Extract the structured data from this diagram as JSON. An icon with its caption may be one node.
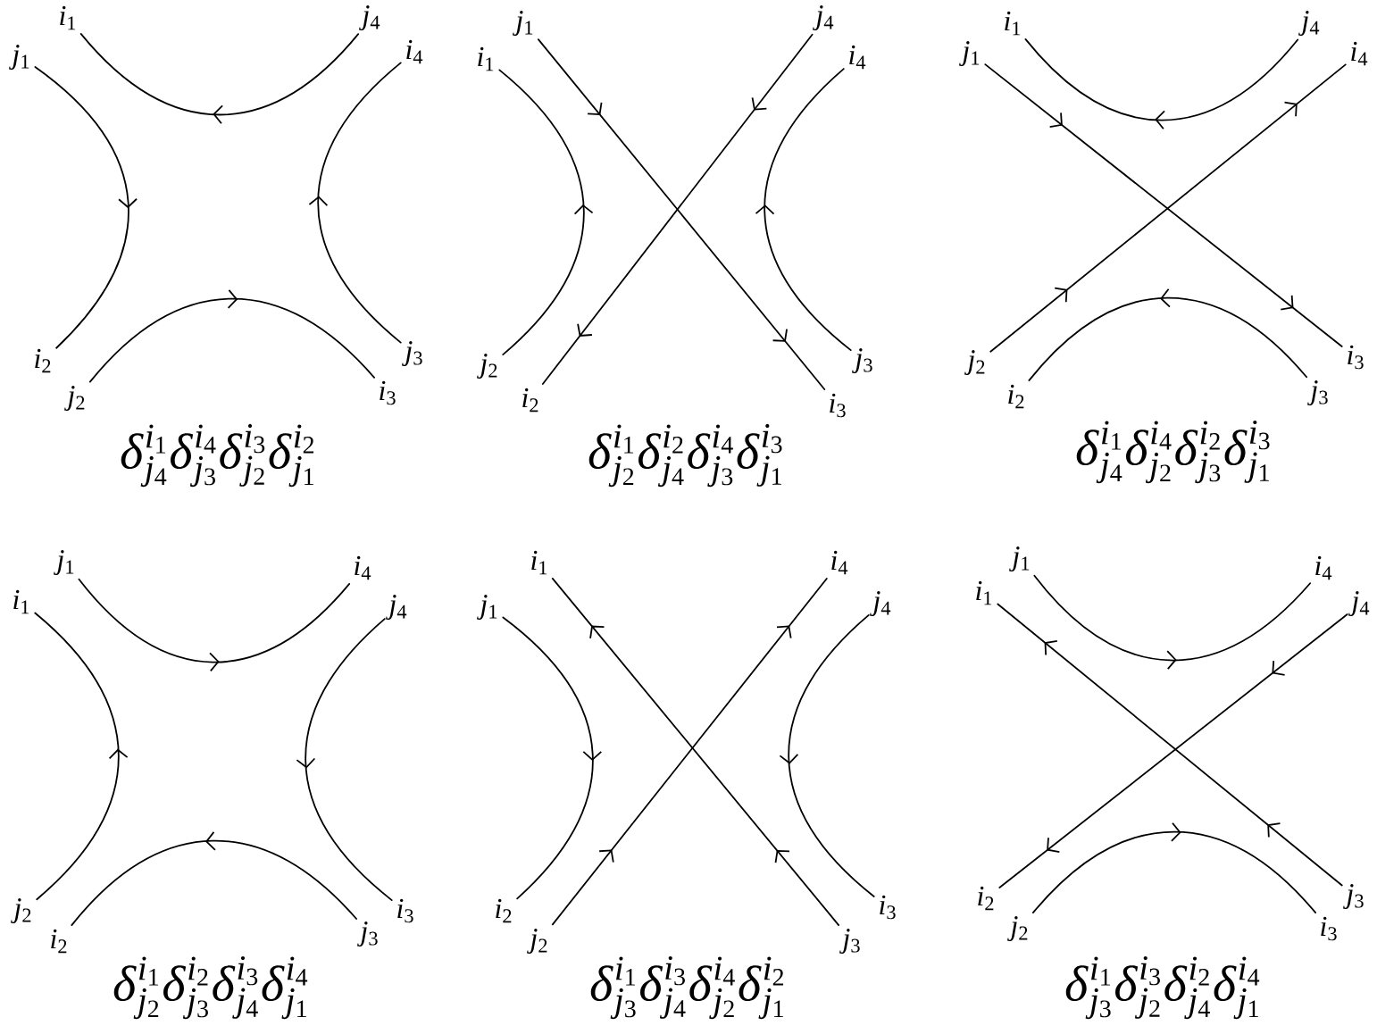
{
  "diagram": {
    "nodes": [
      {
        "text": [
          "i_1"
        ]
      },
      {
        "text": [
          "j_4"
        ]
      },
      {
        "text": [
          "j_1"
        ]
      },
      {
        "text": [
          "i_4"
        ]
      },
      {
        "text": [
          "i_2"
        ]
      },
      {
        "text": [
          "j_3"
        ]
      },
      {
        "text": [
          "j_2"
        ]
      },
      {
        "text": [
          "i_3"
        ]
      },
      {
        "text": [
          "j_1"
        ]
      },
      {
        "text": [
          "j_4"
        ]
      },
      {
        "text": [
          "i_1"
        ]
      },
      {
        "text": [
          "i_4"
        ]
      },
      {
        "text": [
          "j_2"
        ]
      },
      {
        "text": [
          "j_3"
        ]
      },
      {
        "text": [
          "i_2"
        ]
      },
      {
        "text": [
          "i_3"
        ]
      },
      {
        "text": [
          "i_1"
        ]
      },
      {
        "text": [
          "j_4"
        ]
      },
      {
        "text": [
          "j_1"
        ]
      },
      {
        "text": [
          "i_4"
        ]
      },
      {
        "text": [
          "j_2"
        ]
      },
      {
        "text": [
          "i_3"
        ]
      },
      {
        "text": [
          "i_2"
        ]
      },
      {
        "text": [
          "j_3"
        ]
      },
      {
        "text": [
          "j_1"
        ]
      },
      {
        "text": [
          "i_4"
        ]
      },
      {
        "text": [
          "i_1"
        ]
      },
      {
        "text": [
          "j_4"
        ]
      },
      {
        "text": [
          "j_2"
        ]
      },
      {
        "text": [
          "i_3"
        ]
      },
      {
        "text": [
          "i_2"
        ]
      },
      {
        "text": [
          "j_3"
        ]
      },
      {
        "text": [
          "i_1"
        ]
      },
      {
        "text": [
          "i_4"
        ]
      },
      {
        "text": [
          "j_1"
        ]
      },
      {
        "text": [
          "j_4"
        ]
      },
      {
        "text": [
          "i_2"
        ]
      },
      {
        "text": [
          "i_3"
        ]
      },
      {
        "text": [
          "j_2"
        ]
      },
      {
        "text": [
          "j_3"
        ]
      },
      {
        "text": [
          "j_1"
        ]
      },
      {
        "text": [
          "i_4"
        ]
      },
      {
        "text": [
          "i_1"
        ]
      },
      {
        "text": [
          "j_4"
        ]
      },
      {
        "text": [
          "i_2"
        ]
      },
      {
        "text": [
          "j_3"
        ]
      },
      {
        "text": [
          "j_2"
        ]
      },
      {
        "text": [
          "i_3"
        ]
      }
    ],
    "edges": [
      {
        "from": 1,
        "to": 0,
        "arrow": "to"
      },
      {
        "from": 2,
        "to": 4,
        "arrow": "to"
      },
      {
        "from": 6,
        "to": 7,
        "arrow": "to"
      },
      {
        "from": 5,
        "to": 3,
        "arrow": "to"
      },
      {
        "from": 8,
        "to": 15,
        "arrow": "to"
      },
      {
        "from": 9,
        "to": 14,
        "arrow": "to"
      },
      {
        "from": 12,
        "to": 10,
        "arrow": "to"
      },
      {
        "from": 13,
        "to": 11,
        "arrow": "to"
      },
      {
        "from": 17,
        "to": 16,
        "arrow": "to"
      },
      {
        "from": 18,
        "to": 21,
        "arrow": "to"
      },
      {
        "from": 20,
        "to": 19,
        "arrow": "to"
      },
      {
        "from": 23,
        "to": 22,
        "arrow": "to"
      },
      {
        "from": 24,
        "to": 25,
        "arrow": "to"
      },
      {
        "from": 28,
        "to": 26,
        "arrow": "to"
      },
      {
        "from": 27,
        "to": 29,
        "arrow": "to"
      },
      {
        "from": 31,
        "to": 30,
        "arrow": "to"
      },
      {
        "from": 39,
        "to": 32,
        "arrow": "to"
      },
      {
        "from": 38,
        "to": 33,
        "arrow": "to"
      },
      {
        "from": 34,
        "to": 36,
        "arrow": "to"
      },
      {
        "from": 35,
        "to": 37,
        "arrow": "to"
      },
      {
        "from": 40,
        "to": 41,
        "arrow": "to"
      },
      {
        "from": 45,
        "to": 42,
        "arrow": "to"
      },
      {
        "from": 43,
        "to": 44,
        "arrow": "to"
      },
      {
        "from": 46,
        "to": 47,
        "arrow": "to"
      }
    ],
    "labels": [
      "\\delta^{i_1}_{j_4}\\delta^{i_4}_{j_3}\\delta^{i_3}_{j_2}\\delta^{i_2}_{j_1}",
      "\\delta^{i_1}_{j_2}\\delta^{i_2}_{j_4}\\delta^{i_4}_{j_3}\\delta^{i_3}_{j_1}",
      "\\delta^{i_1}_{j_4}\\delta^{i_4}_{j_2}\\delta^{i_2}_{j_3}\\delta^{i_3}_{j_1}",
      "\\delta^{i_1}_{j_2}\\delta^{i_2}_{j_3}\\delta^{i_3}_{j_4}\\delta^{i_4}_{j_1}",
      "\\delta^{i_1}_{j_3}\\delta^{i_3}_{j_4}\\delta^{i_4}_{j_2}\\delta^{i_2}_{j_1}",
      "\\delta^{i_1}_{j_3}\\delta^{i_3}_{j_2}\\delta^{i_2}_{j_4}\\delta^{i_4}_{j_1}"
    ]
  }
}
